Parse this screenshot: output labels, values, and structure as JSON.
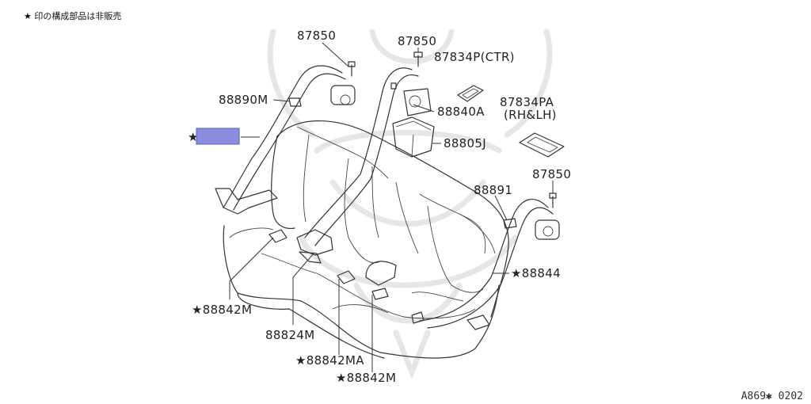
{
  "note": "★ 印の構成部品は非販売",
  "footer_code": "A869✱ 0202",
  "callouts": [
    {
      "key": "c1",
      "text": "87850"
    },
    {
      "key": "c2",
      "text": "87850"
    },
    {
      "key": "c3",
      "text": "87834P(CTR)"
    },
    {
      "key": "c4",
      "text": "88890M"
    },
    {
      "key": "c5",
      "text": "88840A"
    },
    {
      "key": "c6a",
      "text": "87834PA"
    },
    {
      "key": "c6b",
      "text": "(RH&LH)"
    },
    {
      "key": "c7",
      "text": "88805J"
    },
    {
      "key": "c8",
      "text": "88891"
    },
    {
      "key": "c9",
      "text": "87850"
    },
    {
      "key": "c10",
      "text": "★88844"
    },
    {
      "key": "c11",
      "text": "★88842M"
    },
    {
      "key": "c12",
      "text": "88824M"
    },
    {
      "key": "c13",
      "text": "★88842MA"
    },
    {
      "key": "c14",
      "text": "★88842M"
    },
    {
      "key": "c15",
      "text": "★"
    }
  ],
  "highlight_color": "#8a8ee0"
}
